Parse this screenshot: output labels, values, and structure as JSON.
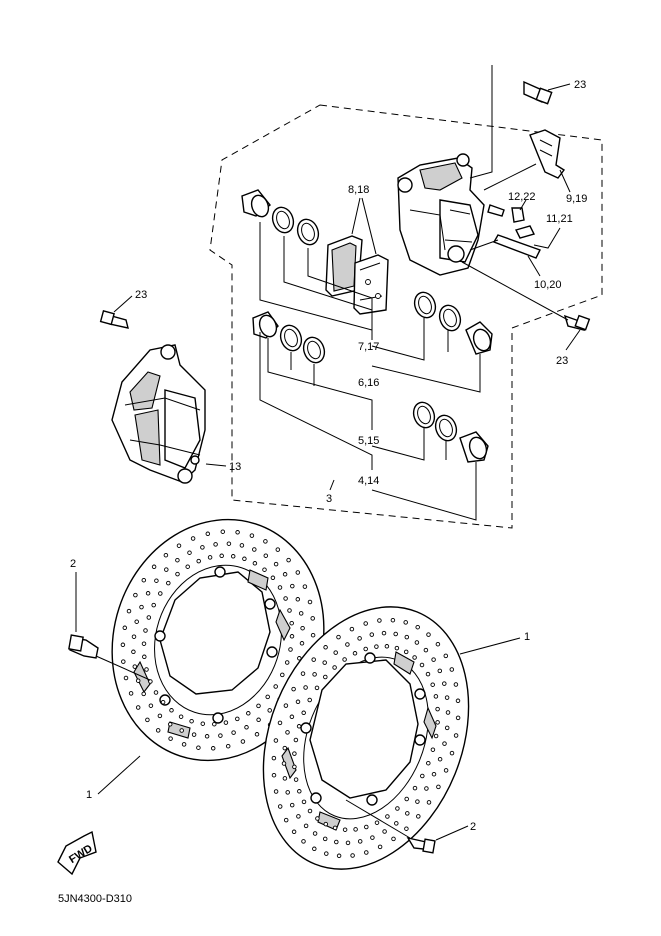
{
  "callouts": {
    "c1a": "1",
    "c1b": "1",
    "c2a": "2",
    "c2b": "2",
    "c3": "3",
    "c4_14": "4,14",
    "c5_15": "5,15",
    "c6_16": "6,16",
    "c7_17": "7,17",
    "c8_18": "8,18",
    "c9_19": "9,19",
    "c10_20": "10,20",
    "c11_21": "11,21",
    "c12_22": "12,22",
    "c13": "13",
    "c23a": "23",
    "c23b": "23",
    "c23c": "23"
  },
  "fwd_label": "FWD",
  "drawing_code": "5JN4300-D310"
}
